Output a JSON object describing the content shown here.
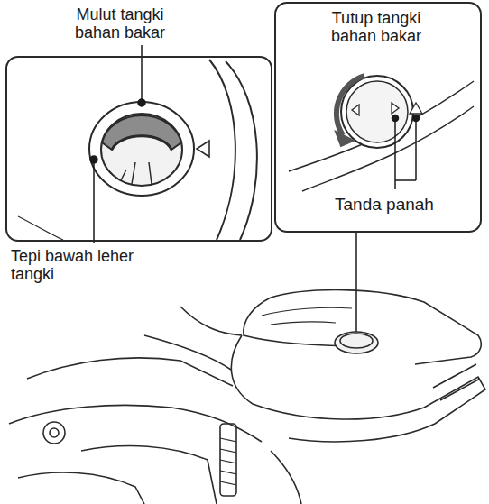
{
  "diagram": {
    "nodes": [
      {
        "text": [
          "Mulut tangki bahan bakar",
          "Tepi bawah leher tangki"
        ]
      },
      {
        "text": [
          "Tutup tangki bahan bakar",
          "Tanda panah"
        ]
      }
    ]
  }
}
